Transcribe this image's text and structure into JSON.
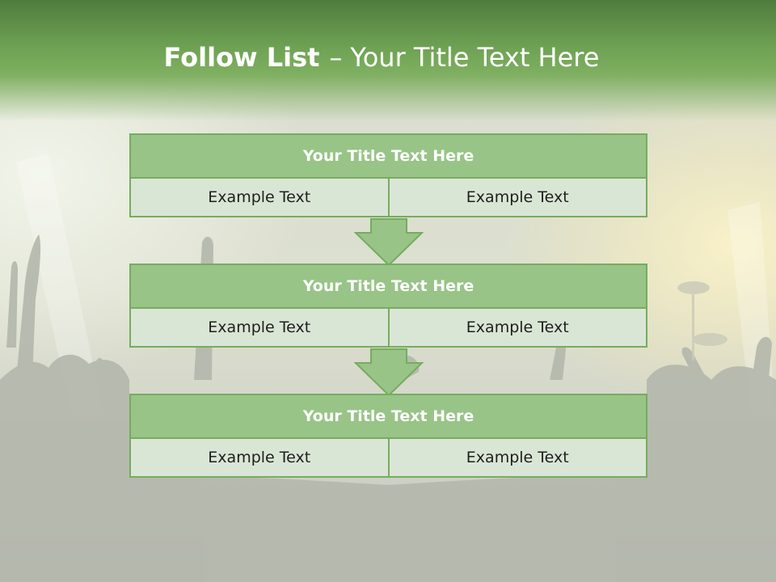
{
  "slide": {
    "title_bold": "Follow List",
    "title_dash": "–",
    "title_rest": "Your Title Text Here"
  },
  "blocks": [
    {
      "title": "Your Title Text Here",
      "cells": [
        "Example Text",
        "Example Text"
      ]
    },
    {
      "title": "Your Title Text Here",
      "cells": [
        "Example Text",
        "Example Text"
      ]
    },
    {
      "title": "Your Title Text Here",
      "cells": [
        "Example Text",
        "Example Text"
      ]
    }
  ],
  "colors": {
    "header_green": "#6fa254",
    "block_title_fill": "#98c487",
    "block_border": "#76ac5f",
    "cell_fill": "#dae6d5",
    "arrow_fill": "#98c487"
  },
  "icons": [
    "down-arrow-icon"
  ]
}
